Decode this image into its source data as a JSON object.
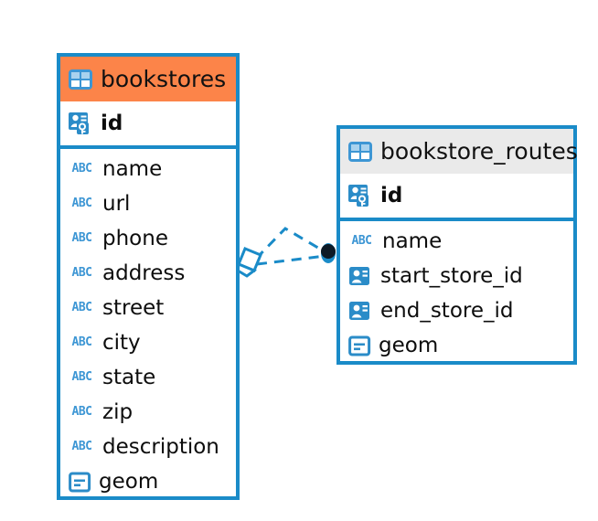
{
  "diagram": {
    "title": "bookstores / bookstore_routes entity relationship diagram",
    "colors": {
      "border_blue": "#1a8bc8",
      "header_orange": "#fc8449",
      "header_gray": "#eaeaea",
      "icon_blue": "#3d96d4",
      "connector_blue": "#1a8bc8",
      "endpoint_dark": "#0d1a26",
      "background": "#ffffff"
    },
    "entities": [
      {
        "name": "bookstores",
        "header_icon": "table-icon",
        "header_style": "accent-orange",
        "primary_keys": [
          {
            "label": "id",
            "icon": "primary-key-icon"
          }
        ],
        "fields": [
          {
            "label": "name",
            "icon": "abc-text-icon"
          },
          {
            "label": "url",
            "icon": "abc-text-icon"
          },
          {
            "label": "phone",
            "icon": "abc-text-icon"
          },
          {
            "label": "address",
            "icon": "abc-text-icon"
          },
          {
            "label": "street",
            "icon": "abc-text-icon"
          },
          {
            "label": "city",
            "icon": "abc-text-icon"
          },
          {
            "label": "state",
            "icon": "abc-text-icon"
          },
          {
            "label": "zip",
            "icon": "abc-text-icon"
          },
          {
            "label": "description",
            "icon": "abc-text-icon"
          },
          {
            "label": "geom",
            "icon": "geometry-icon"
          }
        ]
      },
      {
        "name": "bookstore_routes",
        "header_icon": "table-icon",
        "header_style": "accent-gray",
        "primary_keys": [
          {
            "label": "id",
            "icon": "primary-key-icon"
          }
        ],
        "fields": [
          {
            "label": "name",
            "icon": "abc-text-icon"
          },
          {
            "label": "start_store_id",
            "icon": "foreign-key-icon"
          },
          {
            "label": "end_store_id",
            "icon": "foreign-key-icon"
          },
          {
            "label": "geom",
            "icon": "geometry-icon"
          }
        ]
      }
    ],
    "relationship": {
      "style": "dashed",
      "source_entity": "bookstores",
      "target_entity": "bookstore_routes",
      "source_marker": "diamond-outline",
      "target_marker": "filled-circle",
      "cardinality": "many-to-one"
    },
    "abc_icon_text": "ABC"
  }
}
